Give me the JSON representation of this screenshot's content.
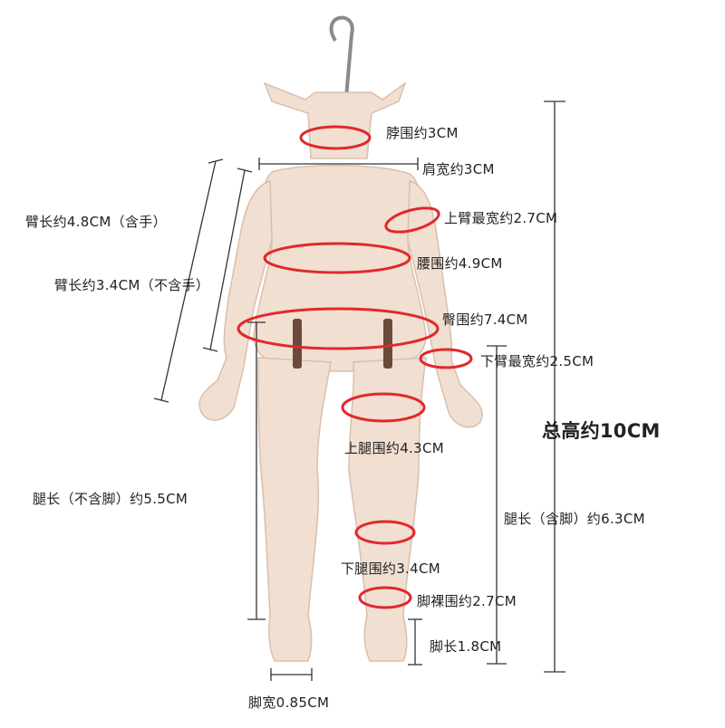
{
  "labels": {
    "neck": "脖围约3CM",
    "shoulder": "肩宽约3CM",
    "arm_with_hand": "臂长约4.8CM（含手）",
    "upper_arm": "上臂最宽约2.7CM",
    "waist": "腰围约4.9CM",
    "arm_no_hand": "臂长约3.4CM（不含手）",
    "hip": "臀围约7.4CM",
    "forearm": "下臂最宽约2.5CM",
    "total_height": "总高约10CM",
    "thigh": "上腿围约4.3CM",
    "leg_no_foot": "腿长（不含脚）约5.5CM",
    "leg_with_foot": "腿长（含脚）约6.3CM",
    "calf": "下腿围约3.4CM",
    "ankle": "脚裸围约2.7CM",
    "foot_length": "脚长1.8CM",
    "foot_width": "脚宽0.85CM"
  },
  "colors": {
    "ring": "#e0292c",
    "line": "#333333",
    "doll_skin": "#f1dfd2",
    "doll_shade": "#d9bfad",
    "hook": "#8a8a8a"
  }
}
